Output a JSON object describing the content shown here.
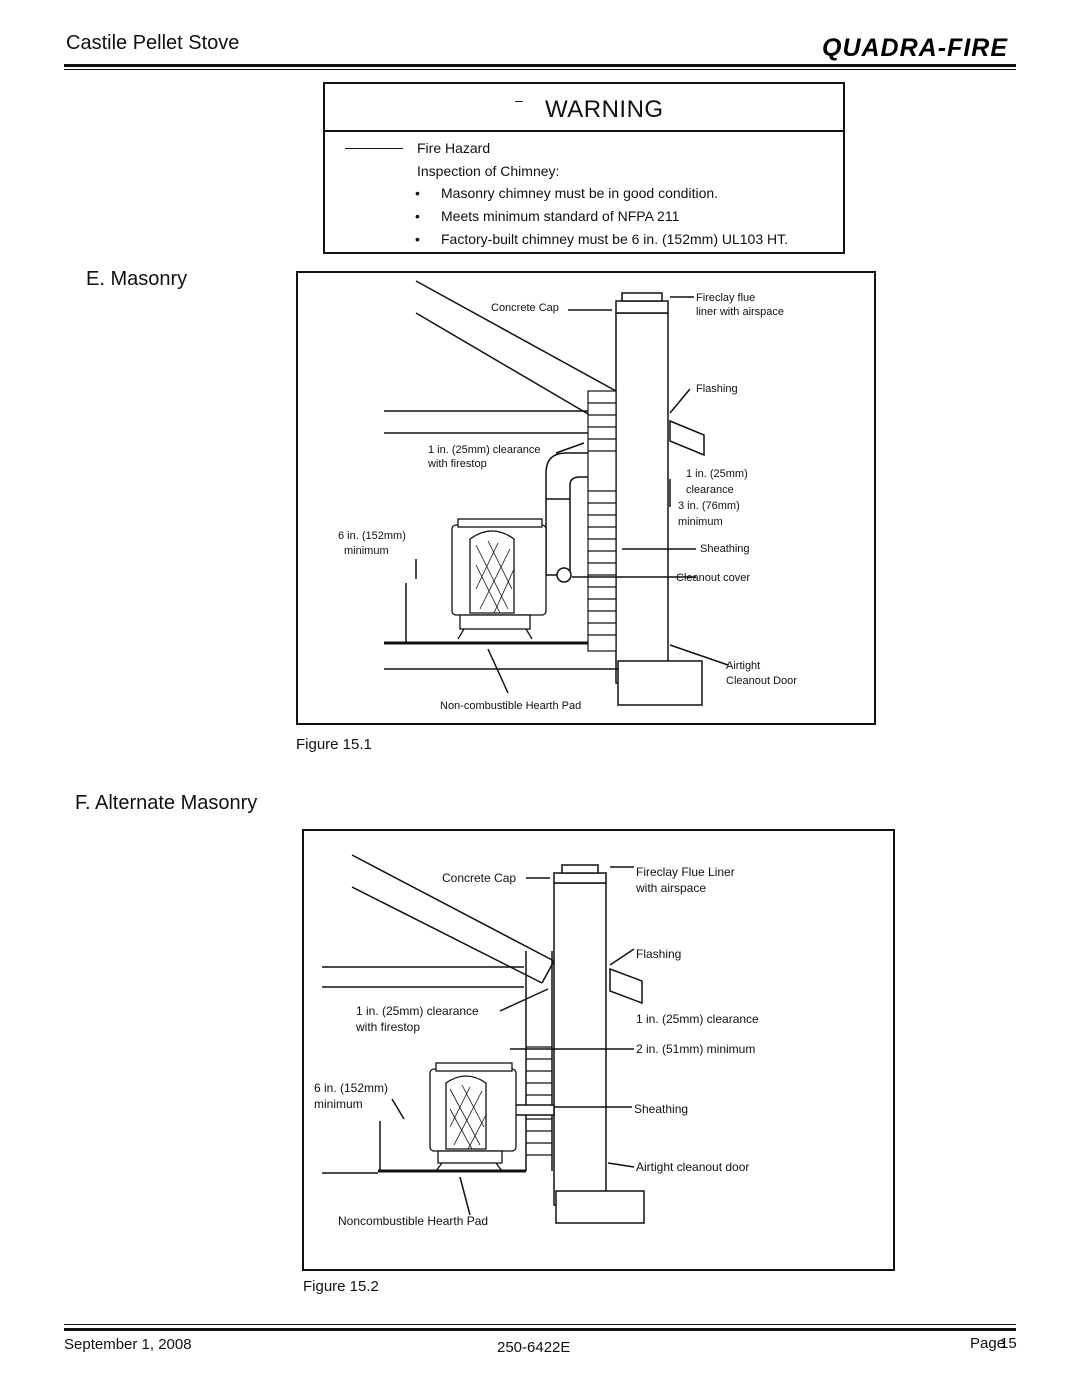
{
  "header": {
    "title": "Castile Pellet Stove",
    "brand": "QUADRA-FIRE"
  },
  "warning": {
    "dash": "–",
    "title": "WARNING",
    "hazard": "Fire Hazard",
    "intro": "Inspection of Chimney:",
    "bullets": [
      "Masonry chimney must be in good condition.",
      "Meets minimum standard of NFPA 211",
      "Factory-built chimney must be 6 in. (152mm) UL103 HT."
    ]
  },
  "section_e": {
    "title": "E.  Masonry",
    "caption": "Figure 15.1",
    "labels": {
      "concrete_cap": "Concrete Cap",
      "fireclay_1": "Fireclay flue",
      "fireclay_2": "liner with airspace",
      "flashing": "Flashing",
      "clearance_1": "1 in. (25mm) clearance",
      "firestop": "with firestop",
      "clr_25_1": "1 in. (25mm)",
      "clr_25_2": "clearance",
      "min_76_1": "3 in. (76mm)",
      "min_76_2": "minimum",
      "min_152_1": "6 in. (152mm)",
      "min_152_2": "minimum",
      "sheathing": "Sheathing",
      "cleanout_cover": "Cleanout cover",
      "airtight_1": "Airtight",
      "airtight_2": "Cleanout Door",
      "hearth": "Non-combustible Hearth Pad"
    }
  },
  "section_f": {
    "title": "F.  Alternate Masonry",
    "caption": "Figure 15.2",
    "labels": {
      "concrete_cap": "Concrete Cap",
      "fireclay_1": "Fireclay Flue Liner",
      "fireclay_2": "with airspace",
      "flashing": "Flashing",
      "clearance_1": "1 in. (25mm) clearance",
      "firestop": "with firestop",
      "clr_right": "1 in. (25mm) clearance",
      "min_51": "2 in. (51mm) minimum",
      "min_152_1": "6 in. (152mm)",
      "min_152_2": "minimum",
      "sheathing": "Sheathing",
      "cleanout": "Airtight cleanout door",
      "hearth": "Noncombustible Hearth Pad"
    }
  },
  "footer": {
    "date": "September 1, 2008",
    "doc_number": "250-6422E",
    "page_label": "Page",
    "page_number": "15"
  }
}
